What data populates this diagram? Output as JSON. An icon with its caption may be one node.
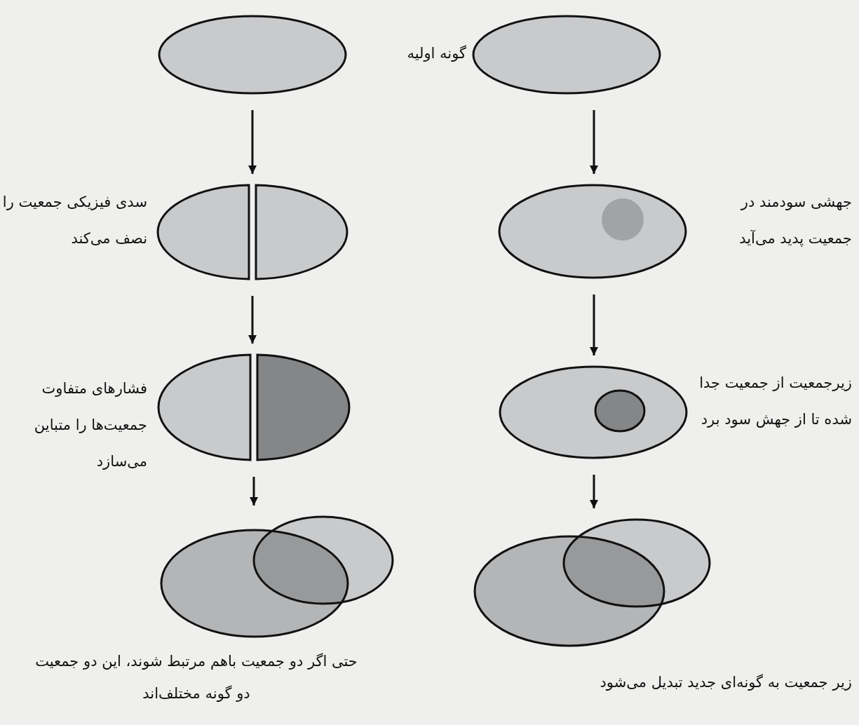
{
  "diagram": {
    "nodes": [
      {
        "text": [],
        "shape": "ellipse"
      },
      {
        "text": [],
        "shape": "ellipse"
      },
      {
        "text": [],
        "shape": "ellipse"
      },
      {
        "text": [],
        "shape": "ellipse"
      },
      {
        "text": [],
        "shape": "ellipse"
      },
      {
        "text": [],
        "shape": "ellipse"
      },
      {
        "text": [],
        "shape": "ellipse"
      },
      {
        "text": [],
        "shape": "ellipse"
      }
    ],
    "edges": [
      {
        "from": 0,
        "to": 2,
        "arrow": "to"
      },
      {
        "from": 1,
        "to": 3,
        "arrow": "to"
      },
      {
        "from": 2,
        "to": 4,
        "arrow": "to"
      },
      {
        "from": 3,
        "to": 5,
        "arrow": "to"
      },
      {
        "from": 4,
        "to": 6,
        "arrow": "to"
      },
      {
        "from": 5,
        "to": 7,
        "arrow": "to"
      }
    ],
    "labels": [
      "گونه اولیه",
      "سدی فیزیکی جمعیت را نصف می‌کند",
      "جهشی سودمند در جمعیت پدید می‌آید",
      "فشارهای متفاوت جمعیت‌ها را متباین می‌سازد",
      "زیرجمعیت از جمعیت جدا شده تا از جهش سود برد",
      "حتی اگر دو جمعیت باهم مرتبط شوند، این دو جمعیت دو گونه مختلف‌اند",
      "زیر جمعیت به گونه‌ای جدید تبدیل می‌شود"
    ]
  }
}
